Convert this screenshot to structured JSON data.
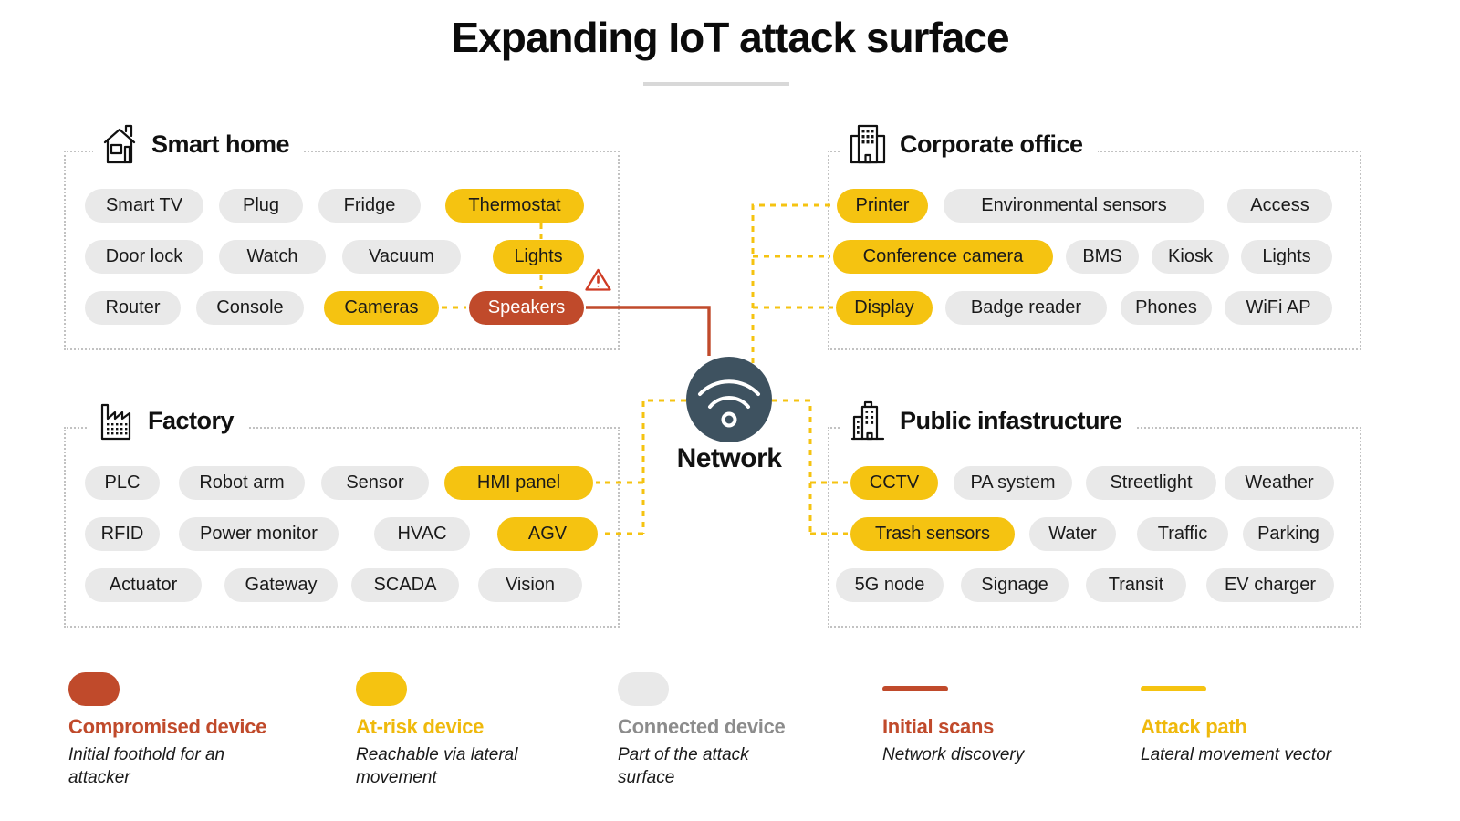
{
  "title": "Expanding IoT attack surface",
  "network": {
    "label": "Network",
    "icon": "wifi-icon"
  },
  "colors": {
    "compromised": "#c04a2b",
    "at_risk": "#f5c311",
    "connected": "#e9e9e9",
    "network_circle": "#3e5260",
    "warning": "#cf3b24",
    "box_border": "#c2c2c2"
  },
  "icons": {
    "smart_home": "house-icon",
    "corporate_office": "office-building-icon",
    "factory": "factory-icon",
    "public_infrastructure": "city-building-icon",
    "alert": "warning-triangle-icon",
    "network": "wifi-icon"
  },
  "quadrants": [
    {
      "id": "smart_home",
      "title": "Smart home",
      "rows": [
        [
          {
            "label": "Smart TV",
            "status": "connected"
          },
          {
            "label": "Plug",
            "status": "connected"
          },
          {
            "label": "Fridge",
            "status": "connected"
          },
          {
            "label": "Thermostat",
            "status": "at_risk"
          }
        ],
        [
          {
            "label": "Door lock",
            "status": "connected"
          },
          {
            "label": "Watch",
            "status": "connected"
          },
          {
            "label": "Vacuum",
            "status": "connected"
          },
          {
            "label": "Lights",
            "status": "at_risk"
          }
        ],
        [
          {
            "label": "Router",
            "status": "connected"
          },
          {
            "label": "Console",
            "status": "connected"
          },
          {
            "label": "Cameras",
            "status": "at_risk"
          },
          {
            "label": "Speakers",
            "status": "compromised"
          }
        ]
      ]
    },
    {
      "id": "corporate_office",
      "title": "Corporate office",
      "rows": [
        [
          {
            "label": "Printer",
            "status": "at_risk"
          },
          {
            "label": "Environmental sensors",
            "status": "connected"
          },
          {
            "label": "Access",
            "status": "connected"
          }
        ],
        [
          {
            "label": "Conference camera",
            "status": "at_risk"
          },
          {
            "label": "BMS",
            "status": "connected"
          },
          {
            "label": "Kiosk",
            "status": "connected"
          },
          {
            "label": "Lights",
            "status": "connected"
          }
        ],
        [
          {
            "label": "Display",
            "status": "at_risk"
          },
          {
            "label": "Badge reader",
            "status": "connected"
          },
          {
            "label": "Phones",
            "status": "connected"
          },
          {
            "label": "WiFi AP",
            "status": "connected"
          }
        ]
      ]
    },
    {
      "id": "factory",
      "title": "Factory",
      "rows": [
        [
          {
            "label": "PLC",
            "status": "connected"
          },
          {
            "label": "Robot arm",
            "status": "connected"
          },
          {
            "label": "Sensor",
            "status": "connected"
          },
          {
            "label": "HMI panel",
            "status": "at_risk"
          }
        ],
        [
          {
            "label": "RFID",
            "status": "connected"
          },
          {
            "label": "Power monitor",
            "status": "connected"
          },
          {
            "label": "HVAC",
            "status": "connected"
          },
          {
            "label": "AGV",
            "status": "at_risk"
          }
        ],
        [
          {
            "label": "Actuator",
            "status": "connected"
          },
          {
            "label": "Gateway",
            "status": "connected"
          },
          {
            "label": "SCADA",
            "status": "connected"
          },
          {
            "label": "Vision",
            "status": "connected"
          }
        ]
      ]
    },
    {
      "id": "public_infrastructure",
      "title": "Public infastructure",
      "rows": [
        [
          {
            "label": "CCTV",
            "status": "at_risk"
          },
          {
            "label": "PA system",
            "status": "connected"
          },
          {
            "label": "Streetlight",
            "status": "connected"
          },
          {
            "label": "Weather",
            "status": "connected"
          }
        ],
        [
          {
            "label": "Trash sensors",
            "status": "at_risk"
          },
          {
            "label": "Water",
            "status": "connected"
          },
          {
            "label": "Traffic",
            "status": "connected"
          },
          {
            "label": "Parking",
            "status": "connected"
          }
        ],
        [
          {
            "label": "5G node",
            "status": "connected"
          },
          {
            "label": "Signage",
            "status": "connected"
          },
          {
            "label": "Transit",
            "status": "connected"
          },
          {
            "label": "EV charger",
            "status": "connected"
          }
        ]
      ]
    }
  ],
  "legend": [
    {
      "title": "Compromised device",
      "description": "Initial foothold for an attacker",
      "swatch": "pill",
      "color": "#c04a2b"
    },
    {
      "title": "At-risk device",
      "description": "Reachable via lateral movement",
      "swatch": "pill",
      "color": "#f5c311"
    },
    {
      "title": "Connected device",
      "description": "Part of the attack surface",
      "swatch": "pill",
      "color": "#e9e9e9"
    },
    {
      "title": "Initial scans",
      "description": "Network discovery",
      "swatch": "line",
      "color": "#c04a2b"
    },
    {
      "title": "Attack path",
      "description": "Lateral movement vector",
      "swatch": "line",
      "color": "#f5c311"
    }
  ]
}
